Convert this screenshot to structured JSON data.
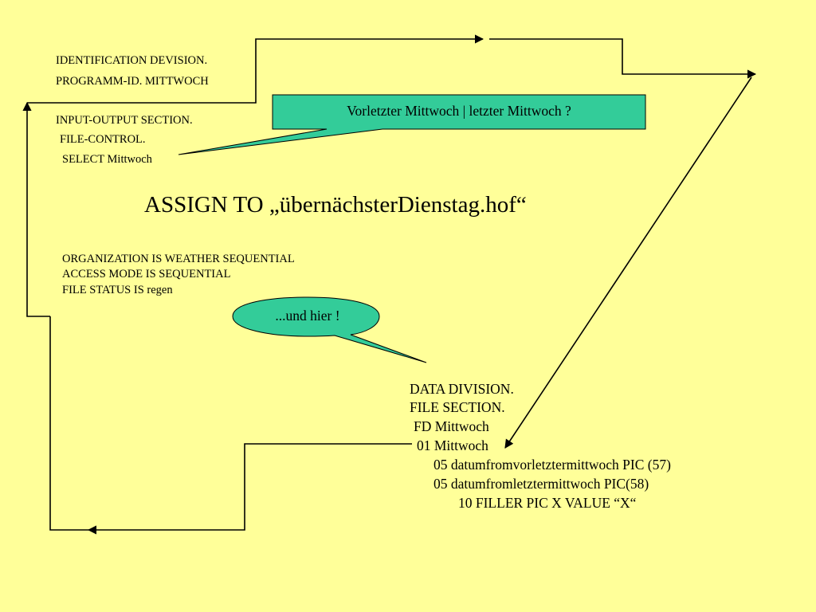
{
  "code_top": {
    "identification": "IDENTIFICATION DEVISION.",
    "program_id": "PROGRAMM-ID. MITTWOCH",
    "input_output": "INPUT-OUTPUT SECTION.",
    "file_control": "FILE-CONTROL.",
    "select": "SELECT Mittwoch"
  },
  "assign": "ASSIGN TO „übernächsterDienstag.hof“",
  "code_mid": {
    "organization": "ORGANIZATION IS WEATHER SEQUENTIAL",
    "access_mode": "ACCESS MODE IS SEQUENTIAL",
    "file_status": "FILE STATUS IS regen"
  },
  "callouts": {
    "rect": "Vorletzter Mittwoch | letzter Mittwoch ?",
    "oval": "...und hier !"
  },
  "data_division": {
    "data": "DATA DIVISION.",
    "file_section": "FILE SECTION.",
    "fd": "FD Mittwoch",
    "level01": "01 Mittwoch",
    "field1": "05 datumfromvorletztermittwoch PIC (57)",
    "field2": "05 datumfromletztermittwoch PIC(58)",
    "filler": "10 FILLER PIC X VALUE “X“"
  },
  "colors": {
    "background": "#FFFF99",
    "callout_fill": "#33CC99",
    "line": "#000000"
  }
}
